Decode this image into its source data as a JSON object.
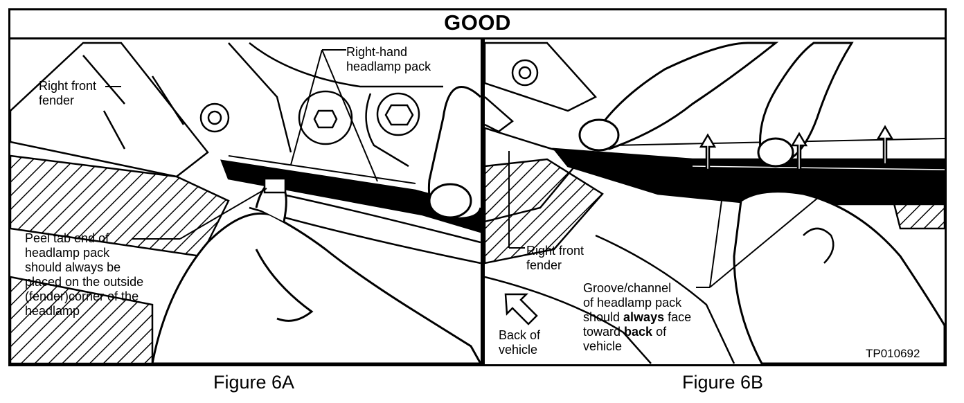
{
  "header": {
    "title": "GOOD"
  },
  "figure_a": {
    "caption": "Figure 6A",
    "label_right_hand_pack": [
      "Right-hand",
      "headlamp pack"
    ],
    "label_fender": [
      "Right front",
      "fender"
    ],
    "label_peel_tab": [
      "Peel tab end of",
      "headlamp pack",
      "should always be",
      "placed on the outside",
      "(fender)corner of the",
      "headlamp"
    ]
  },
  "figure_b": {
    "caption": "Figure 6B",
    "label_fender": [
      "Right front",
      "fender"
    ],
    "label_back": [
      "Back of",
      "vehicle"
    ],
    "label_groove": {
      "line1": "Groove/channel",
      "line2": "of headlamp pack",
      "line3_pre": "should ",
      "line3_bold": "always",
      "line3_post": " face",
      "line4_pre": "toward ",
      "line4_bold": "back",
      "line4_post": " of",
      "line5": "vehicle"
    },
    "code": "TP010692"
  }
}
